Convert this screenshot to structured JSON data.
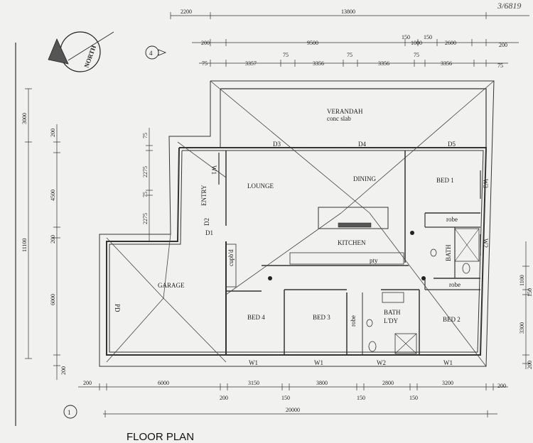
{
  "drawing": {
    "title": "FLOOR PLAN",
    "sheet_ref": "3/6819",
    "north_label": "NORTH",
    "callout_top": "4",
    "callout_bottom": "1"
  },
  "rooms": {
    "verandah": "VERANDAH",
    "verandah_note": "conc slab",
    "lounge": "LOUNGE",
    "dining": "DINING",
    "bed1": "BED 1",
    "entry": "ENTRY",
    "kitchen": "KITCHEN",
    "garage": "GARAGE",
    "bed4": "BED 4",
    "bed3": "BED 3",
    "bath_ldy_1": "BATH",
    "bath_ldy_2": "L'DY",
    "bed2": "BED 2",
    "bath": "BATH",
    "robe_top": "robe",
    "robe_bottom": "robe",
    "robe_bed3": "robe",
    "cupboard": "cupb'd",
    "pantry": "pty",
    "pd": "PD"
  },
  "openings": {
    "d3": "D3",
    "d4": "D4",
    "d5": "D5",
    "d1": "D1",
    "d2": "D2",
    "w1_entry": "W1",
    "w3": "W3",
    "w2_bath": "W2",
    "w1_a": "W1",
    "w1_b": "W1",
    "w2_b": "W2",
    "w1_c": "W1"
  },
  "dims_top": {
    "r1_a": "2200",
    "r1_b": "13800",
    "r2_a": "200",
    "r2_b": "9500",
    "r2_c": "150",
    "r2_d": "1000",
    "r2_e": "150",
    "r2_f": "2600",
    "r2_g": "200",
    "r3_a": "75",
    "r3_b": "3357",
    "r3_c": "75",
    "r3_d": "3356",
    "r3_e": "75",
    "r3_f": "3356",
    "r3_g": "75",
    "r3_h": "3356",
    "r3_i": "75"
  },
  "dims_bottom": {
    "a": "200",
    "b": "6000",
    "c": "3150",
    "d": "3800",
    "e": "2800",
    "f": "3200",
    "g": "200",
    "s1": "200",
    "s2": "150",
    "s3": "150",
    "s4": "150",
    "total": "20000"
  },
  "dims_left": {
    "overall": "11100",
    "a": "3000",
    "b": "200",
    "c": "4500",
    "d": "200",
    "e": "6000",
    "f": "200",
    "g": "75",
    "h": "2275",
    "i": "75",
    "j": "2275"
  },
  "dims_right": {
    "a": "1100",
    "b": "150",
    "c": "3300",
    "d": "200"
  }
}
